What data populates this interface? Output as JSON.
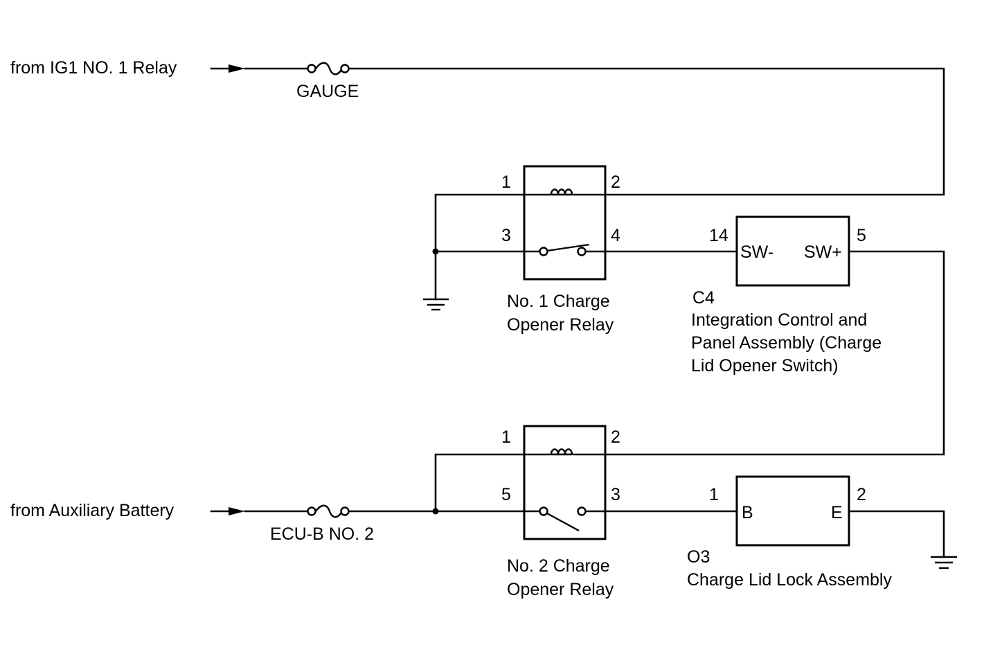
{
  "sources": {
    "ig1": "from IG1 NO. 1 Relay",
    "aux_battery": "from Auxiliary Battery"
  },
  "fuses": {
    "gauge": "GAUGE",
    "ecu_b": "ECU-B NO. 2"
  },
  "relay1": {
    "pins": {
      "p1": "1",
      "p2": "2",
      "p3": "3",
      "p4": "4"
    },
    "name_line1": "No. 1 Charge",
    "name_line2": "Opener Relay"
  },
  "relay2": {
    "pins": {
      "p1": "1",
      "p2": "2",
      "p5": "5",
      "p3": "3"
    },
    "name_line1": "No. 2 Charge",
    "name_line2": "Opener Relay"
  },
  "switch_c4": {
    "code": "C4",
    "pin_left": "14",
    "pin_right": "5",
    "label_left": "SW-",
    "label_right": "SW+",
    "name_line1": "Integration Control and",
    "name_line2": "Panel Assembly (Charge",
    "name_line3": "Lid Opener Switch)"
  },
  "lock_o3": {
    "code": "O3",
    "pin_left": "1",
    "pin_right": "2",
    "label_left": "B",
    "label_right": "E",
    "name": "Charge Lid Lock Assembly"
  }
}
